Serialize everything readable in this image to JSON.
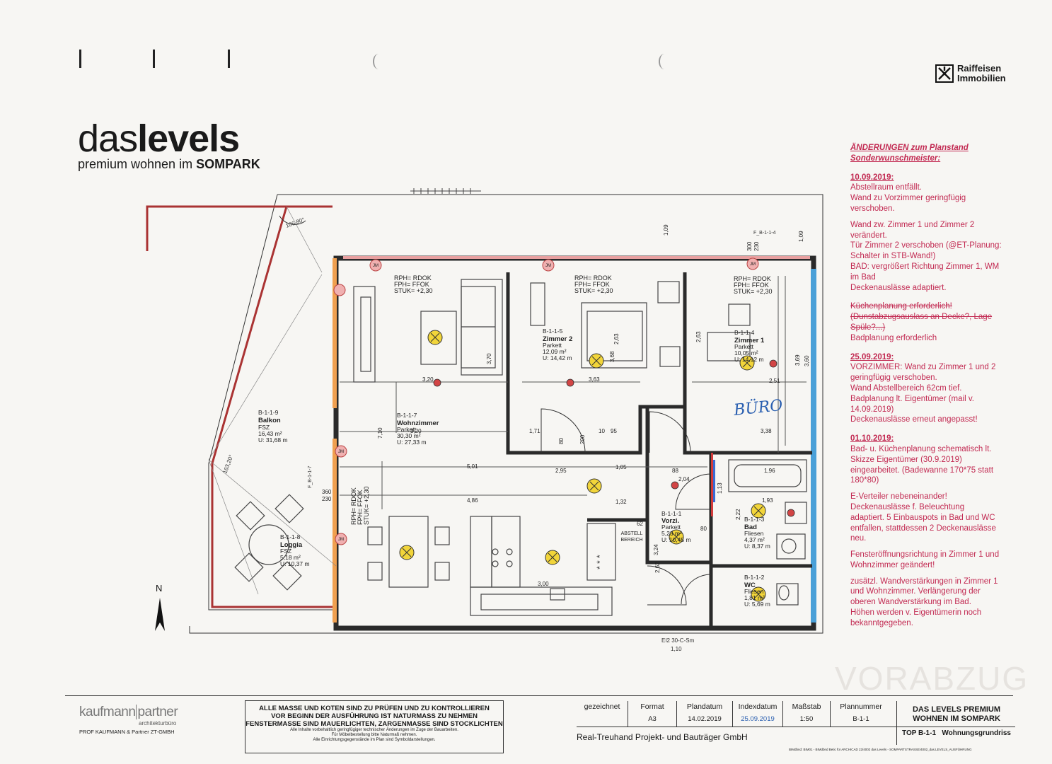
{
  "brand": {
    "name_light": "das",
    "name_bold": "levels",
    "tagline_light": "premium wohnen im",
    "tagline_bold": "SOMPARK"
  },
  "raiffeisen": {
    "line1": "Raiffeisen",
    "line2": "Immobilien"
  },
  "notes": {
    "heading1": "ÄNDERUNGEN zum Planstand",
    "heading2": "Sonderwunschmeister:",
    "d1": "10.09.2019:",
    "d1_lines": [
      "Abstellraum entfällt.",
      "Wand zu Vorzimmer geringfügig",
      "verschoben.",
      "",
      "Wand zw. Zimmer 1 und Zimmer 2",
      "verändert.",
      "Tür Zimmer 2 verschoben (@ET-Planung:",
      "Schalter in STB-Wand!)",
      "BAD: vergrößert Richtung Zimmer 1, WM",
      "im Bad",
      "Deckenauslässe adaptiert."
    ],
    "strike1": "Küchenplanung erforderlich!",
    "strike2": "(Dunstabzugsauslass an Decke?, Lage",
    "strike3": "Spüle?...)",
    "bad_plan": "Badplanung erforderlich",
    "d2": "25.09.2019:",
    "d2_lines": [
      "VORZIMMER: Wand zu Zimmer 1 und 2",
      "geringfügig verschoben.",
      "Wand Abstellbereich 62cm tief.",
      "Badplanung lt. Eigentümer (mail v.",
      "14.09.2019)",
      "Deckenauslässe erneut angepasst!"
    ],
    "d3": "01.10.2019:",
    "d3_lines": [
      "Bad- u. Küchenplanung schematisch lt.",
      "Skizze Eigentümer (30.9.2019)",
      "eingearbeitet. (Badewanne 170*75 statt",
      "180*80)",
      "",
      "E-Verteiler nebeneinander!",
      "Deckenauslässe f. Beleuchtung",
      "adaptiert. 5 Einbauspots in Bad und WC",
      "entfallen, stattdessen 2 Deckenauslässe",
      "neu.",
      "",
      "Fensteröffnungsrichtung in Zimmer 1 und",
      "Wohnzimmer geändert!",
      "",
      "zusätzl. Wandverstärkungen in Zimmer 1",
      "und Wohnzimmer. Verlängerung der",
      "oberen Wandverstärkung im Bad.",
      "Höhen werden v. Eigentümerin noch",
      "bekanntgegeben."
    ]
  },
  "watermark": "VORABZUG",
  "rooms": {
    "balkon": {
      "id": "B-1-1-9",
      "name": "Balkon",
      "floor": "FSZ",
      "area": "16,43 m²",
      "u": "U: 31,68 m"
    },
    "wohn": {
      "id": "B-1-1-7",
      "name": "Wohnzimmer",
      "floor": "Parkett",
      "area": "30,30 m²",
      "u": "U: 27,33 m"
    },
    "zimmer2": {
      "id": "B-1-1-5",
      "name": "Zimmer 2",
      "floor": "Parkett",
      "area": "12,09 m²",
      "u": "U: 14,42 m"
    },
    "zimmer1": {
      "id": "B-1-1-4",
      "name": "Zimmer 1",
      "floor": "Parkett",
      "area": "10,05 m²",
      "u": "U: 14,12 m"
    },
    "vorz": {
      "id": "B-1-1-1",
      "name": "Vorzi.",
      "floor": "Parkett",
      "area": "5,23 m²",
      "u": "U: 10,45 m"
    },
    "bad": {
      "id": "B-1-1-3",
      "name": "Bad",
      "floor": "Fliesen",
      "area": "4,37 m²",
      "u": "U: 8,37 m"
    },
    "wc": {
      "id": "B-1-1-2",
      "name": "WC",
      "floor": "Fliesen",
      "area": "1,81 m²",
      "u": "U: 5,69 m"
    },
    "loggia": {
      "id": "B-1-1-8",
      "name": "Loggia",
      "floor": "FSZ",
      "area": "5,18 m²",
      "u": "U: 10,37 m"
    }
  },
  "plan_labels": {
    "rph": "RPH= RDOK",
    "fph": "FPH= FFOK",
    "stuk": "STUK= +2,30",
    "buero": "BÜRO",
    "abstell1": "ABSTELL",
    "abstell2": "BEREICH",
    "north": "N",
    "angle1": "106,80°",
    "angle2": "163,20°",
    "jm": "JM",
    "door_code": "EI2 30-C-Sm",
    "section": "F_B-1-1-4",
    "section2": "F_B-1-1-7"
  },
  "dims": [
    "3,20",
    "3,20",
    "3,63",
    "3,68",
    "2,51",
    "3,38",
    "5,01",
    "4,86",
    "7,10",
    "1,71",
    "95",
    "10",
    "1,05",
    "2,95",
    "1,32",
    "3,00",
    "1,10",
    "2,63",
    "2,63",
    "3,70",
    "3,69",
    "3,60",
    "1,09",
    "1,09",
    "360",
    "230",
    "300",
    "230",
    "80",
    "200",
    "88",
    "2,04",
    "1,13",
    "2,22",
    "1,96",
    "1,93",
    "62",
    "80",
    "3,24",
    "2,62"
  ],
  "footer": {
    "kaufmann": "kaufmann",
    "partner": "partner",
    "architektur": "architekturbüro",
    "prof": "PROF KAUFMANN & Partner ZT-GMBH",
    "notice1": "ALLE MASSE UND KOTEN SIND ZU PRÜFEN UND ZU KONTROLLIEREN",
    "notice2": "VOR BEGINN DER AUSFÜHRUNG IST NATURMASS ZU NEHMEN",
    "notice3": "FENSTERMASSE SIND MAUERLICHTEN, ZARGENMASSE SIND STOCKLICHTEN",
    "notice4": "Alle Inhalte vorbehaltlich geringfügiger technischer Änderungen im Zuge der Bauarbeiten.",
    "notice5": "Für Möbelbestellung bitte Naturmaß nehmen.",
    "notice6": "Alle Einrichtungsgegenstände im Plan sind Symboldarstellungen.",
    "h_gez": "gezeichnet",
    "h_format": "Format",
    "h_plandatum": "Plandatum",
    "h_index": "Indexdatum",
    "h_mass": "Maßstab",
    "h_plan": "Plannummer",
    "v_format": "A3",
    "v_plandatum": "14.02.2019",
    "v_index": "25.09.2019",
    "v_mass": "1:50",
    "v_plan": "B-1-1",
    "project1": "DAS LEVELS PREMIUM",
    "project2": "WOHNEN IM SOMPARK",
    "top": "TOP B-1-1",
    "grundriss": "Wohnungsgrundriss",
    "company": "Real-Treuhand Projekt- und Bauträger GmbH",
    "tiny": "BIMdbnd: BIM01 - BIMdbnd Betic für ARCHICAD 22/4002 das Levels - SOMPARTSTRASSE/4002_das.LEVELS_AUSFÜHRUNG"
  },
  "colors": {
    "accent": "#c22a52",
    "wall_orange": "#f0a050",
    "wall_blue": "#4aa0d8",
    "lamp": "#f2d53a",
    "socket": "#d24545"
  }
}
